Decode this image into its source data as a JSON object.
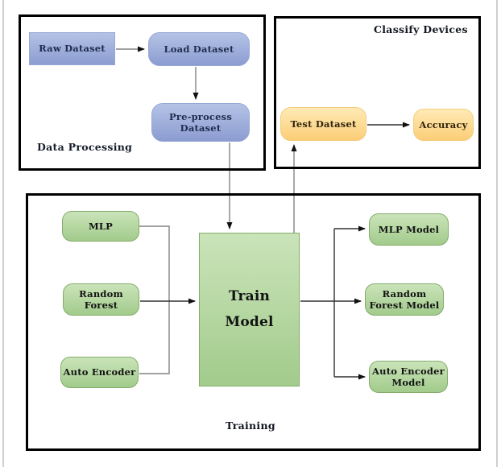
{
  "title": "Machine learning training pipeline diagram",
  "colors": {
    "blue_top": "#b4c3e5",
    "blue_bottom": "#8b9cd1",
    "yellow_top": "#ffeab6",
    "yellow_bottom": "#fbce77",
    "green_top": "#cae4b9",
    "green_bottom": "#a2cb8c",
    "green_border": "#84ab6a",
    "panel_border": "#000000",
    "connector_gray": "#828282",
    "connector_dark": "#303030",
    "text_navy": "#1e2c4e"
  },
  "panels": {
    "data_processing": {
      "label": "Data Processing"
    },
    "classify_devices": {
      "label": "Classify Devices"
    },
    "training": {
      "label": "Training"
    }
  },
  "nodes": {
    "raw_dataset": {
      "label": "Raw Dataset"
    },
    "load_dataset": {
      "label": "Load Dataset"
    },
    "preprocess_dataset": {
      "label": "Pre-process Dataset"
    },
    "test_dataset": {
      "label": "Test Dataset"
    },
    "accuracy": {
      "label": "Accuracy"
    },
    "mlp": {
      "label": "MLP"
    },
    "random_forest": {
      "label": "Random\nForest"
    },
    "auto_encoder": {
      "label": "Auto Encoder"
    },
    "train_model": {
      "label": "Train\nModel"
    },
    "mlp_model": {
      "label": "MLP Model"
    },
    "random_forest_model": {
      "label": "Random\nForest Model"
    },
    "auto_encoder_model": {
      "label": "Auto Encoder\nModel"
    }
  },
  "connections": [
    {
      "from": "Raw Dataset",
      "to": "Load Dataset"
    },
    {
      "from": "Load Dataset",
      "to": "Pre-process Dataset"
    },
    {
      "from": "Pre-process Dataset",
      "to": "Train Model"
    },
    {
      "from": "MLP",
      "to": "Train Model"
    },
    {
      "from": "Random Forest",
      "to": "Train Model"
    },
    {
      "from": "Auto Encoder",
      "to": "Train Model"
    },
    {
      "from": "Train Model",
      "to": "MLP Model"
    },
    {
      "from": "Train Model",
      "to": "Random Forest Model"
    },
    {
      "from": "Train Model",
      "to": "Auto Encoder Model"
    },
    {
      "from": "Train Model",
      "to": "Test Dataset"
    },
    {
      "from": "Test Dataset",
      "to": "Accuracy"
    }
  ]
}
